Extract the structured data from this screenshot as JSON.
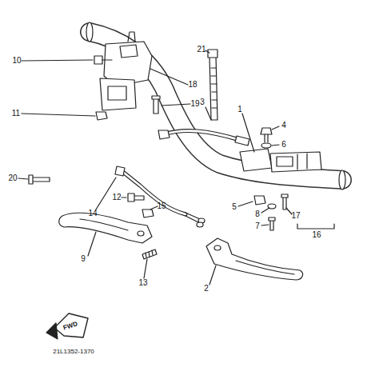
{
  "diagram": {
    "labels": [
      "21",
      "10",
      "18",
      "19",
      "3",
      "1",
      "4",
      "6",
      "11",
      "20",
      "14",
      "12",
      "15",
      "5",
      "8",
      "17",
      "7",
      "16",
      "9",
      "13",
      "2",
      "FWD",
      "21L1352-1370"
    ]
  }
}
